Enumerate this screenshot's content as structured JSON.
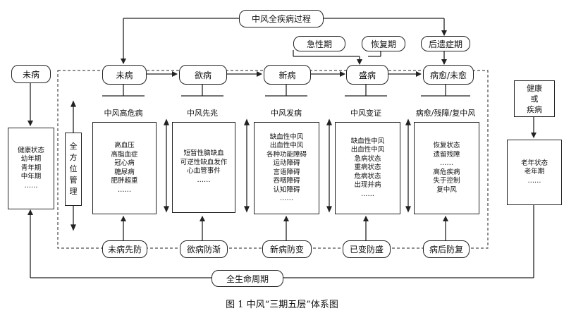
{
  "whole_course": "中风全疾病过程",
  "phases": [
    "急性期",
    "恢复期",
    "后遗症期"
  ],
  "stages": [
    "未病",
    "欲病",
    "新病",
    "盛病",
    "病愈/未愈"
  ],
  "category_labels": [
    "中风高危病",
    "中风先兆",
    "中风发病",
    "中风变证",
    "病愈/残障/复中风"
  ],
  "stage_details": [
    [
      "高血压",
      "高脂血症",
      "冠心病",
      "糖尿病",
      "肥胖超重",
      "……"
    ],
    [
      "短暂性脑缺血",
      "可逆性缺血发作",
      "心血管事件",
      "……"
    ],
    [
      "缺血性中风",
      "出血性中风",
      "各种功能障碍",
      "运动障碍",
      "言语障碍",
      "吞咽障碍",
      "认知障碍",
      "……"
    ],
    [
      "缺血性中风",
      "出血性中风",
      "急病状态",
      "重病状态",
      "危病状态",
      "出现并病",
      "……"
    ],
    [
      "恢复状态",
      "遗留残障",
      "……",
      "高危疾病",
      "失于控制",
      "复中风"
    ]
  ],
  "prevention": [
    "未病先防",
    "欲病防渐",
    "新病防变",
    "已变防盛",
    "病后防复"
  ],
  "all_round": [
    "全",
    "方",
    "位",
    "管",
    "理"
  ],
  "left_node": {
    "title": "未病",
    "details": [
      "健康状态",
      "幼年期",
      "青年期",
      "中年期",
      "……"
    ]
  },
  "right_node": {
    "title": [
      "健康",
      "或",
      "疾病"
    ],
    "details": [
      "老年状态",
      "老年期",
      "……"
    ]
  },
  "life_cycle": "全生命周期",
  "caption": "图 1    中风“三期五层”体系图"
}
